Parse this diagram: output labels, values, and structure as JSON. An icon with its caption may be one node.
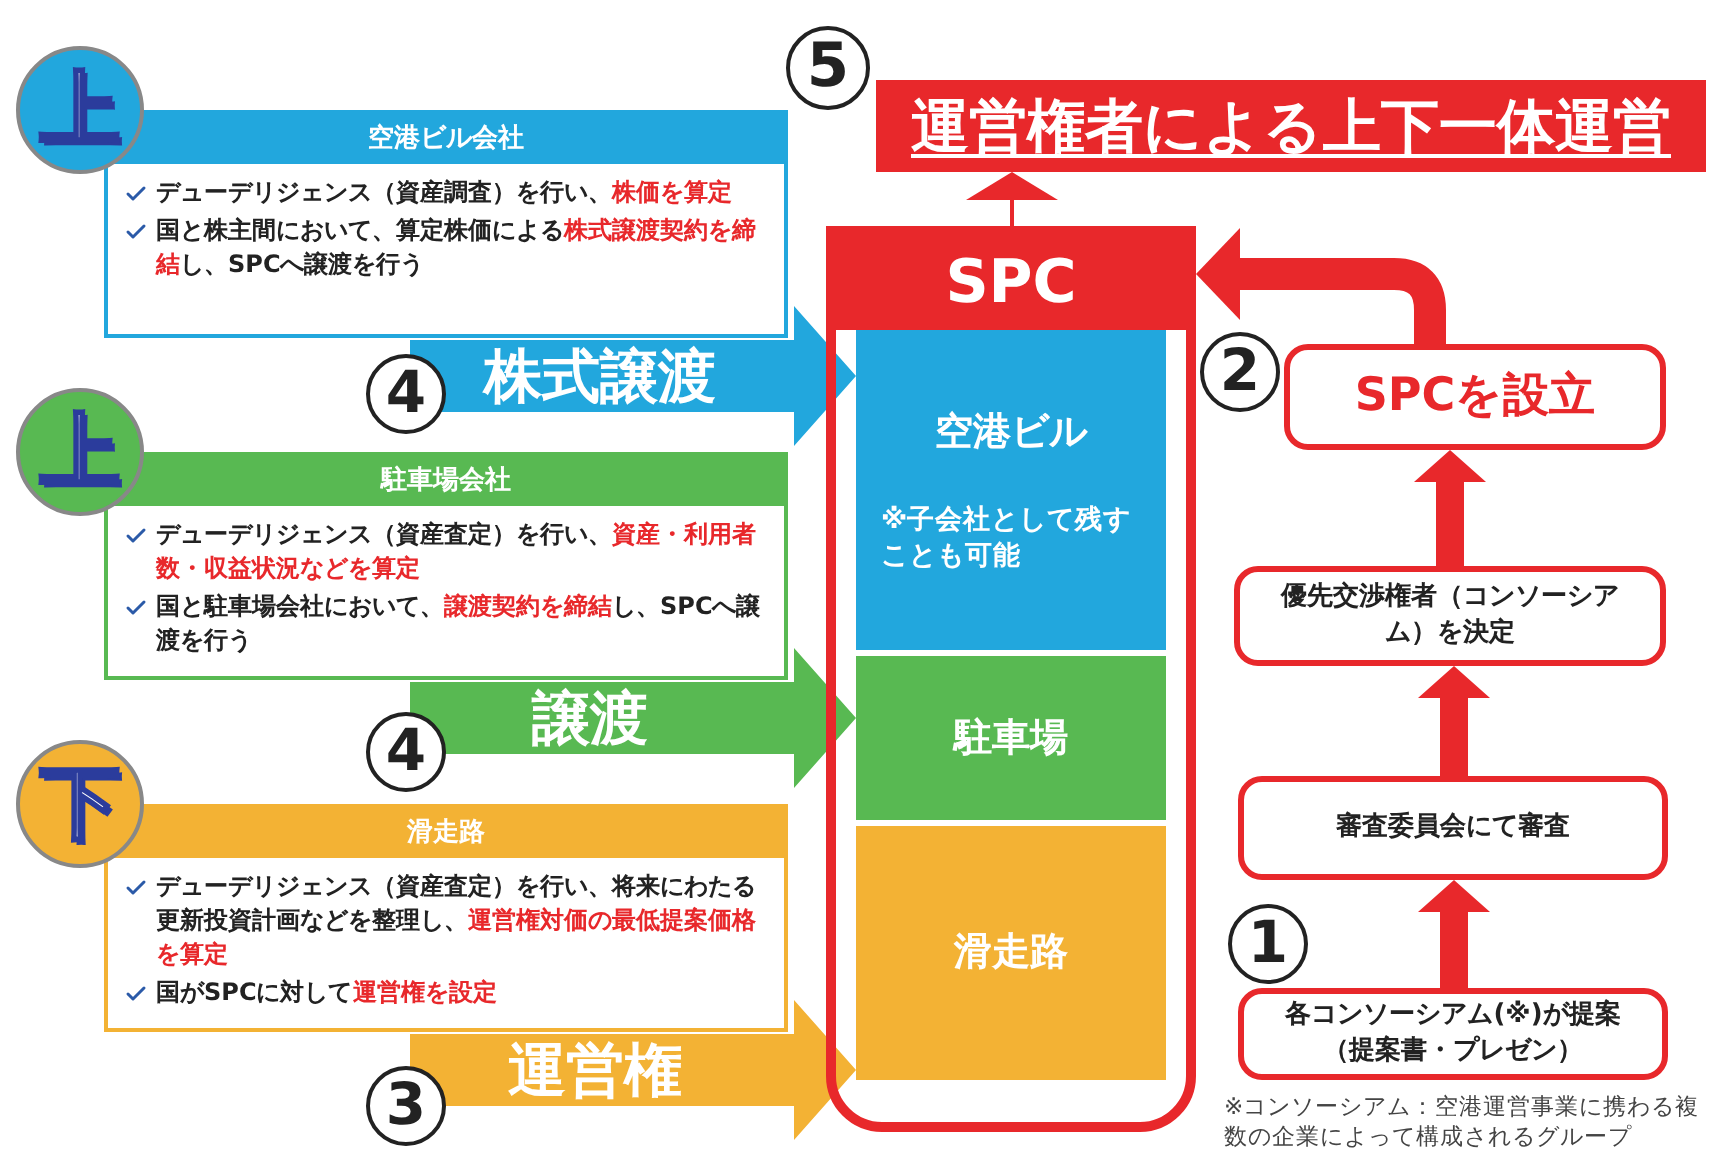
{
  "diagram": {
    "nodes": [
      {
        "text": [
          "運営権者による上下一体運営"
        ],
        "beside": [
          "5"
        ]
      },
      {
        "text": [
          "SPC"
        ]
      },
      {
        "text": [
          "空港ビル",
          "※子会社として残すことも可能"
        ],
        "in": 1
      },
      {
        "text": [
          "駐車場"
        ],
        "in": 1
      },
      {
        "text": [
          "滑走路"
        ],
        "in": 1
      },
      {
        "text": [
          "空港ビル会社",
          "デューデリジェンス（資産調査）を行い、**株価を算定**",
          "国と株主間において、算定株価による**株式譲渡契約を締結**し、SPCへ譲渡を行う"
        ],
        "beside": [
          "上"
        ]
      },
      {
        "text": [
          "駐車場会社",
          "デューデリジェンス（資産査定）を行い、**資産・利用者数・収益状況などを算定**",
          "国と駐車場会社において、**譲渡契約を締結**し、SPCへ譲渡を行う"
        ],
        "beside": [
          "上"
        ]
      },
      {
        "text": [
          "滑走路",
          "デューデリジェンス（資産査定）を行い、将来にわたる更新投資計画などを整理し、**運営権対価の最低提案価格を算定**",
          "国がSPCに対して**運営権を設定**"
        ],
        "beside": [
          "下"
        ]
      },
      {
        "text": [
          "SPCを設立"
        ],
        "beside": [
          "2"
        ]
      },
      {
        "text": [
          "優先交渉権者（コンソーシアム）を決定"
        ]
      },
      {
        "text": [
          "審査委員会にて審査"
        ]
      },
      {
        "text": [
          "各コンソーシアム(※)が提案（提案書・プレゼン）"
        ],
        "beside": [
          "1"
        ]
      }
    ],
    "edges": [
      {
        "from": 5,
        "to": 2,
        "arrow": "to",
        "label": "株式譲渡",
        "style": "thick",
        "color": "#22a7dd"
      },
      {
        "from": 6,
        "to": 3,
        "arrow": "to",
        "label": "譲渡",
        "style": "thick",
        "color": "#58b952"
      },
      {
        "from": 7,
        "to": 4,
        "arrow": "to",
        "label": "運営権",
        "style": "thick",
        "color": "#f3b234"
      },
      {
        "from": 11,
        "to": 10,
        "arrow": "to"
      },
      {
        "from": 10,
        "to": 9,
        "arrow": "to"
      },
      {
        "from": 9,
        "to": 8,
        "arrow": "to"
      },
      {
        "from": 8,
        "to": 1,
        "arrow": "to"
      },
      {
        "from": 1,
        "to": 0,
        "arrow": "to"
      }
    ],
    "labels": [
      "4",
      "4",
      "3",
      "※コンソーシアム：空港運営事業に携わる複数の企業によって構成されるグループ"
    ]
  }
}
